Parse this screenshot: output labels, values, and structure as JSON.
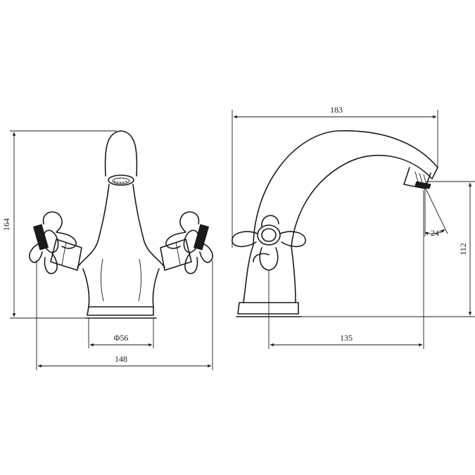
{
  "front_view": {
    "height_label": "164",
    "base_diameter_label": "Φ56",
    "width_label": "148"
  },
  "side_view": {
    "depth_label": "183",
    "spout_height_label": "112",
    "spout_reach_label": "135",
    "spout_angle_label": "24°"
  }
}
